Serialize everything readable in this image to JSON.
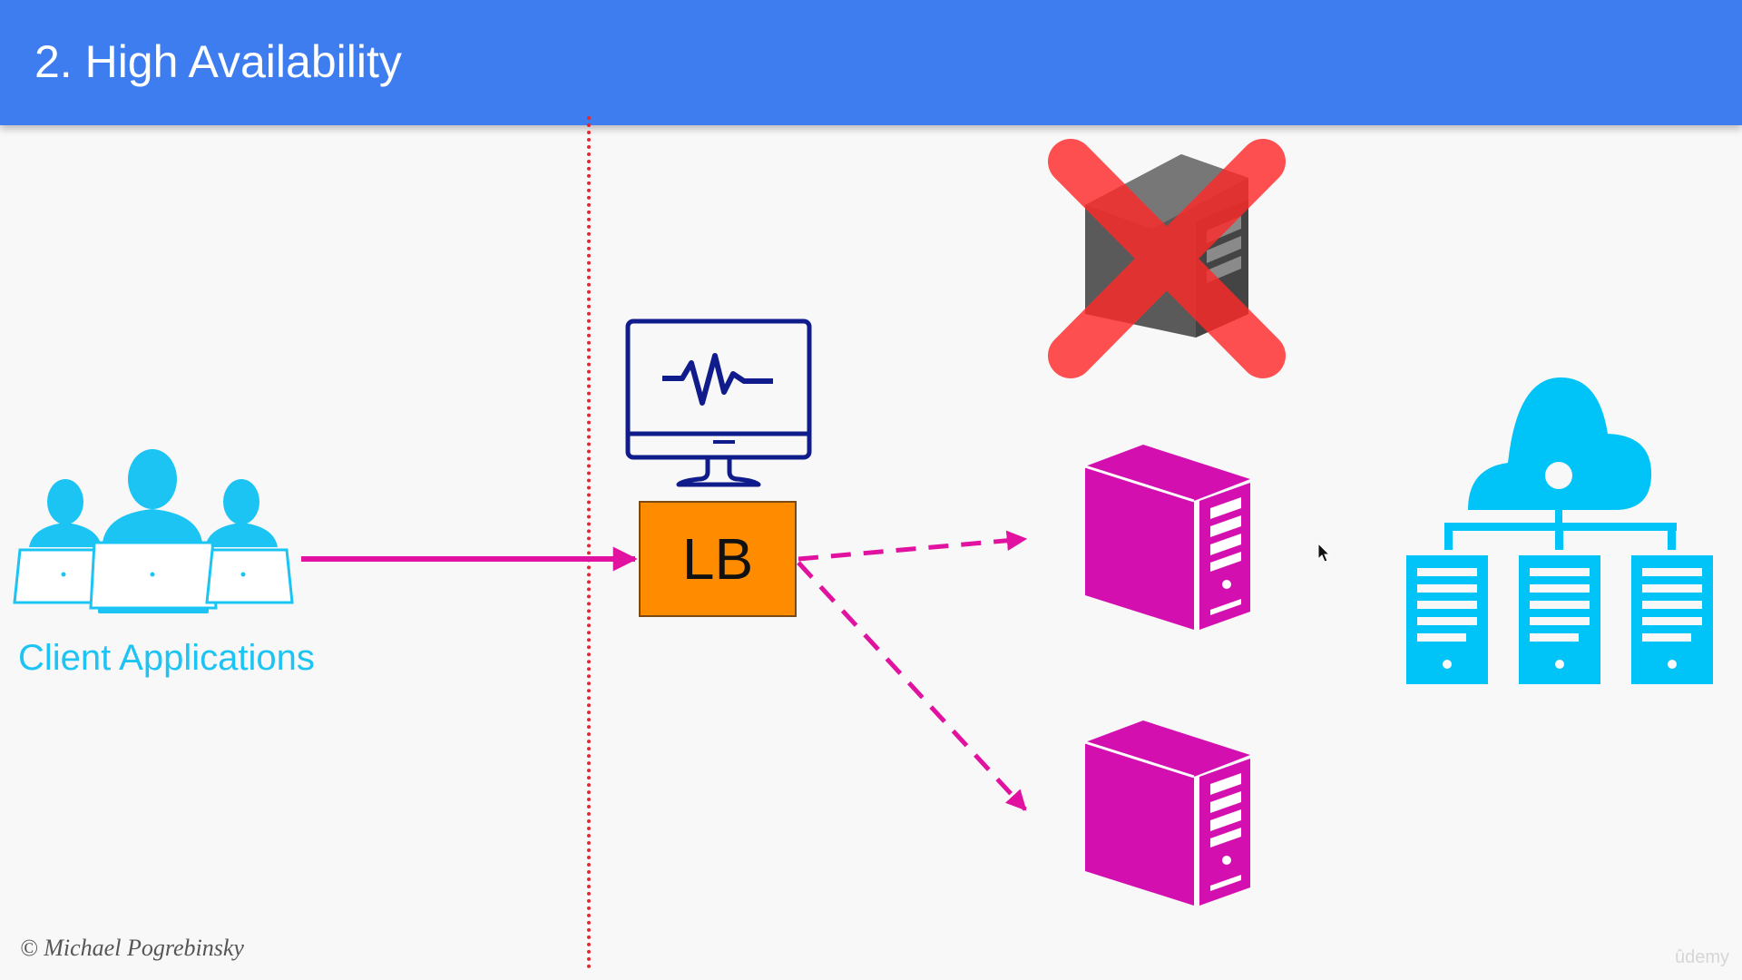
{
  "header": {
    "title": "2. High Availability"
  },
  "labels": {
    "client_applications": "Client Applications",
    "load_balancer": "LB"
  },
  "footer": {
    "copyright": "© Michael Pogrebinsky",
    "watermark": "ûdemy"
  },
  "colors": {
    "header": "#3d7def",
    "client": "#1cc4f3",
    "arrow": "#e0129f",
    "server_healthy": "#d40fb0",
    "server_failed": "#555555",
    "failure_cross": "#ff2a2a",
    "lb": "#ff8c00",
    "monitor": "#101c8c",
    "cloud": "#00c4f7",
    "divider": "#e8262d"
  },
  "icons": [
    "client-users-laptops-icon",
    "health-monitor-icon",
    "failed-server-icon",
    "server-icon",
    "cloud-server-cluster-icon",
    "mouse-cursor-icon"
  ]
}
